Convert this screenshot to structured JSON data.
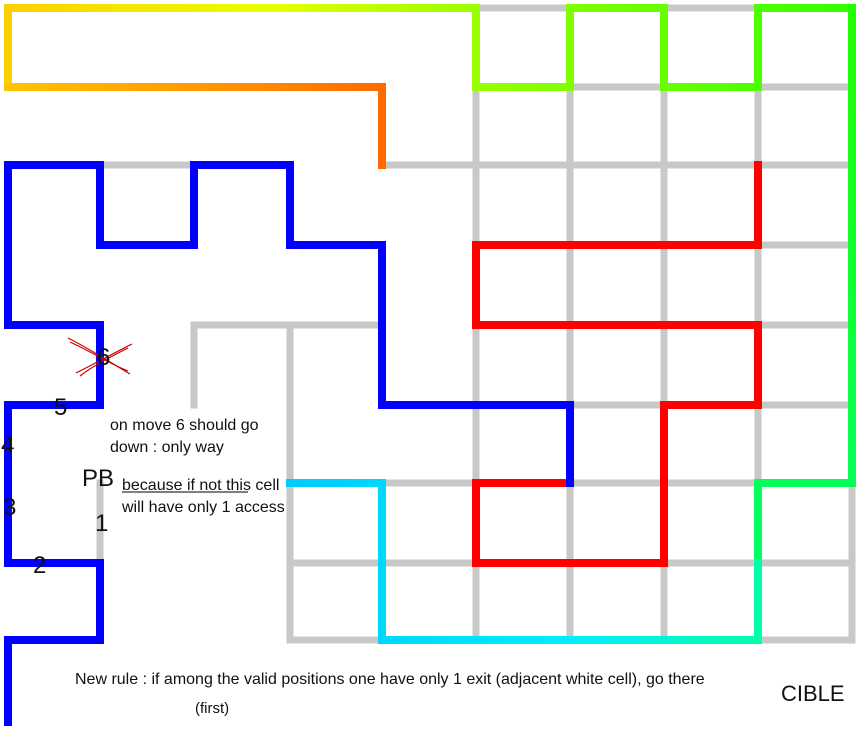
{
  "labels": {
    "move_numbers": {
      "n1": "1",
      "n2": "2",
      "n3": "3",
      "n4": "4",
      "n5": "5",
      "n6": "6"
    },
    "pb": "PB",
    "note_move6": "on move 6 should go down : only way",
    "note_because": "because if not this cell will have only 1 access",
    "new_rule": "New rule : if among the valid positions one have only 1 exit (adjacent white cell), go there",
    "first": "(first)",
    "target": "CIBLE"
  },
  "colors": {
    "grid": "#c8c8c8",
    "blue_path": "#0000ff",
    "red_path": "#ff0000",
    "cross_mark": "#cc0000",
    "background": "#ffffff"
  }
}
